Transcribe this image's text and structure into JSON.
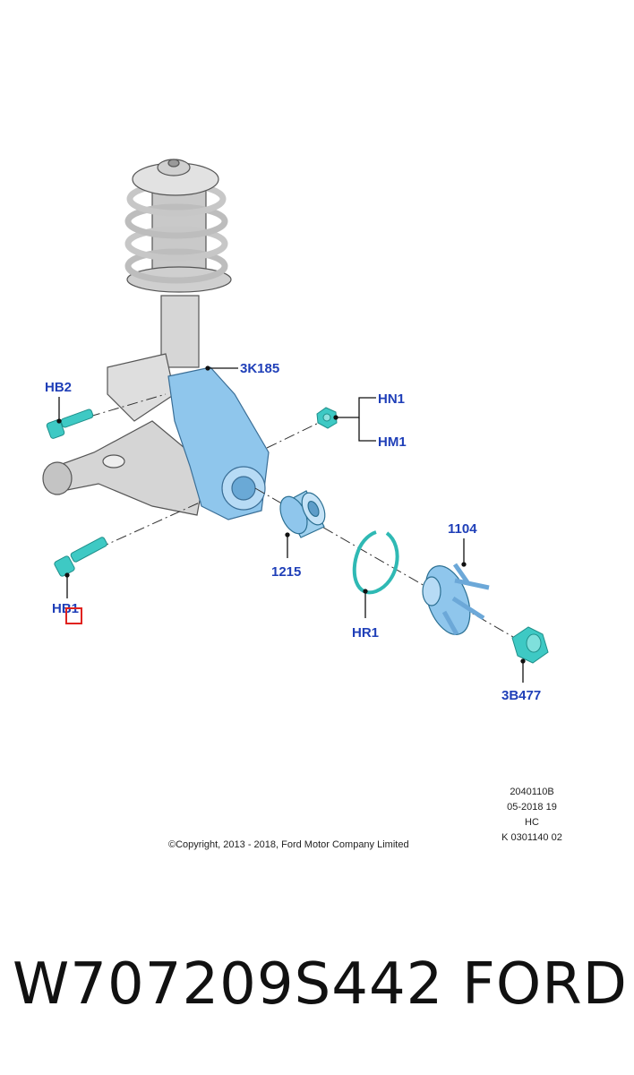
{
  "callouts": {
    "hb2": "HB2",
    "k3185": "3K185",
    "hn1": "HN1",
    "hm1": "HM1",
    "p1215": "1215",
    "p1104": "1104",
    "hb1": "HB1",
    "hr1": "HR1",
    "b3477": "3B477"
  },
  "drawing_info": {
    "line1": "2040110B",
    "line2": "05-2018 19",
    "line3": "HC",
    "line4": "K 0301140 02"
  },
  "copyright": "©Copyright, 2013 - 2018, Ford Motor Company Limited",
  "part_number": "W707209S442",
  "brand": "FORD",
  "colors": {
    "callout_text": "#1f3fb8",
    "fastener": "#3ec9c4",
    "knuckle": "#8fc6ec",
    "highlight": "#e0221f"
  }
}
